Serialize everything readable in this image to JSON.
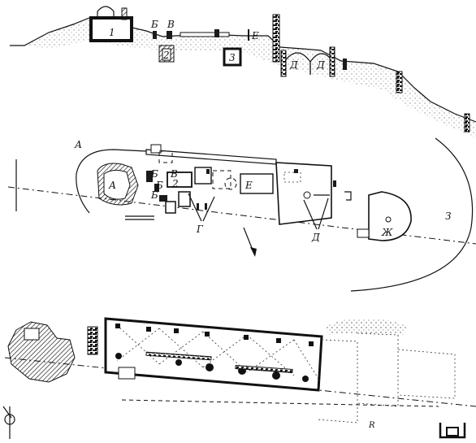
{
  "figure": {
    "section": {
      "labels": {
        "a1": "1",
        "b": "Б",
        "v": "В",
        "a2": "2",
        "a3": "3",
        "e": "Е",
        "d1": "Д",
        "d2": "Д"
      }
    },
    "plan": {
      "labels": {
        "a": "А",
        "a_inner": "А",
        "b1": "Б",
        "b2": "Б",
        "b3": "Б",
        "v": "В",
        "n2": "2",
        "g": "Г",
        "e": "Е",
        "d": "Д",
        "zh": "Ж",
        "z": "З"
      }
    },
    "detail_plan": {
      "labels": {
        "small_r": "R"
      }
    }
  }
}
